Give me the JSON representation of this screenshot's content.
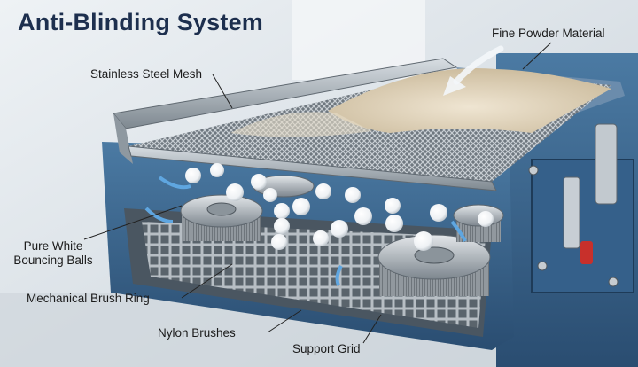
{
  "title": "Anti-Blinding System",
  "labels": {
    "fine_powder": "Fine Powder Material",
    "stainless_mesh": "Stainless Steel Mesh",
    "balls_line1": "Pure White",
    "balls_line2": "Bouncing Balls",
    "brush_ring": "Mechanical Brush Ring",
    "nylon_brushes": "Nylon Brushes",
    "support_grid": "Support Grid"
  },
  "colors": {
    "title": "#1d2f4e",
    "frame_blue": "#3f6c95",
    "frame_dark": "#294c70",
    "steel": "#9aa4ad",
    "powder": "#dccfb7",
    "ball": "#ffffff",
    "accent_red": "#c8302b"
  }
}
